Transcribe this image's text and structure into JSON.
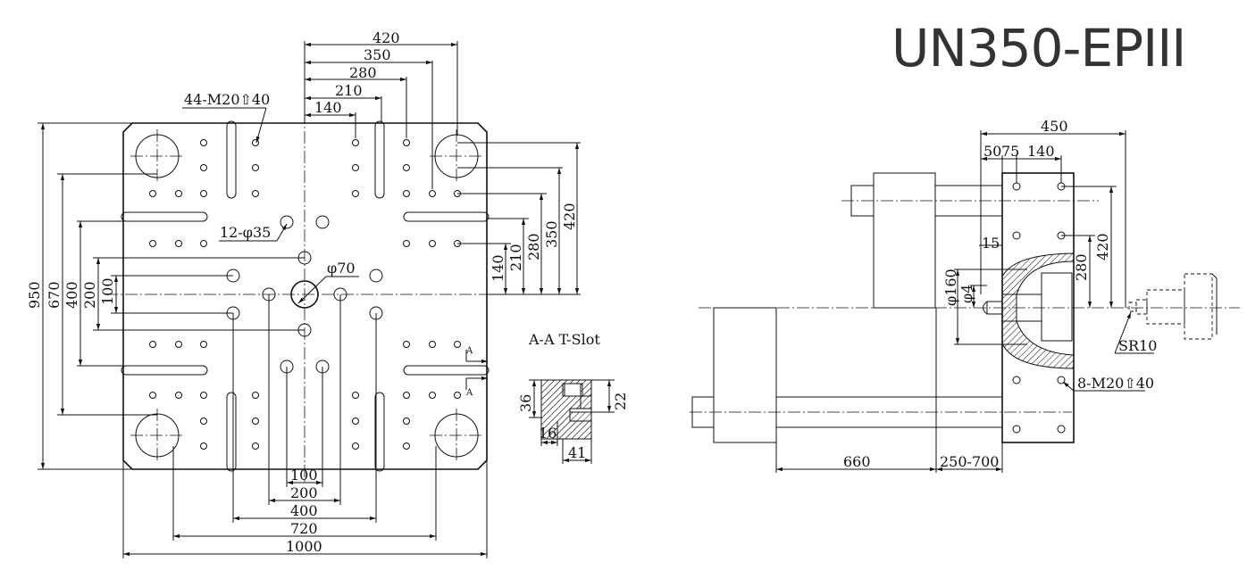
{
  "title": "UN350-EPIII",
  "front_view": {
    "top_dims": [
      "420",
      "350",
      "280",
      "210",
      "140"
    ],
    "hole_callout": "44-M20⇧40",
    "through_holes": "12-φ35",
    "center_hole": "φ70",
    "left_dims": [
      "950",
      "670",
      "400",
      "200",
      "100"
    ],
    "right_dims": [
      "140",
      "210",
      "280",
      "350",
      "420"
    ],
    "bottom_dims": [
      "100",
      "200",
      "400",
      "720",
      "1000"
    ],
    "section_mark": "A"
  },
  "tslot": {
    "label": "A-A T-Slot",
    "dims": [
      "36",
      "22",
      "16",
      "41"
    ]
  },
  "side_view": {
    "top_dims": [
      "450",
      "50",
      "75",
      "140"
    ],
    "vert_dims": [
      "420",
      "280"
    ],
    "dia_labels": [
      "φ160",
      "φ4"
    ],
    "sr_label": "SR10",
    "hole_callout": "8-M20⇧40",
    "bottom_dims": [
      "660",
      "250-700"
    ]
  }
}
